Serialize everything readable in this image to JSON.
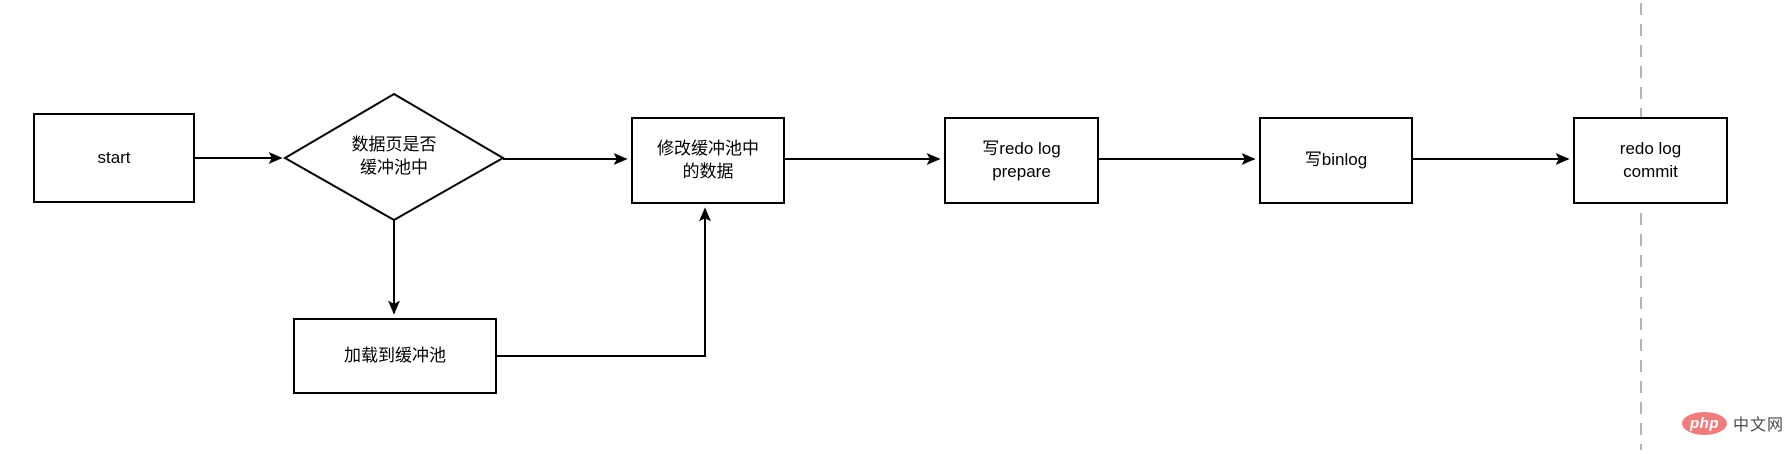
{
  "diagram": {
    "nodes": {
      "start": {
        "label": "start"
      },
      "decision": {
        "label": "数据页是否\n缓冲池中"
      },
      "modify": {
        "label": "修改缓冲池中\n的数据"
      },
      "redo_prepare": {
        "label": "写redo log\nprepare"
      },
      "binlog": {
        "label": "写binlog"
      },
      "redo_commit": {
        "label": "redo log\ncommit"
      },
      "load": {
        "label": "加载到缓冲池"
      }
    },
    "colors": {
      "line": "#000000",
      "node_border": "#000000",
      "node_fill": "#ffffff",
      "dashed_divider": "#b5b5b5",
      "background": "#ffffff"
    }
  },
  "watermark": {
    "badge_label": "php",
    "site_label": "中文网",
    "badge_color": "#ee7e7e",
    "site_text_color": "#4a4a4a"
  }
}
